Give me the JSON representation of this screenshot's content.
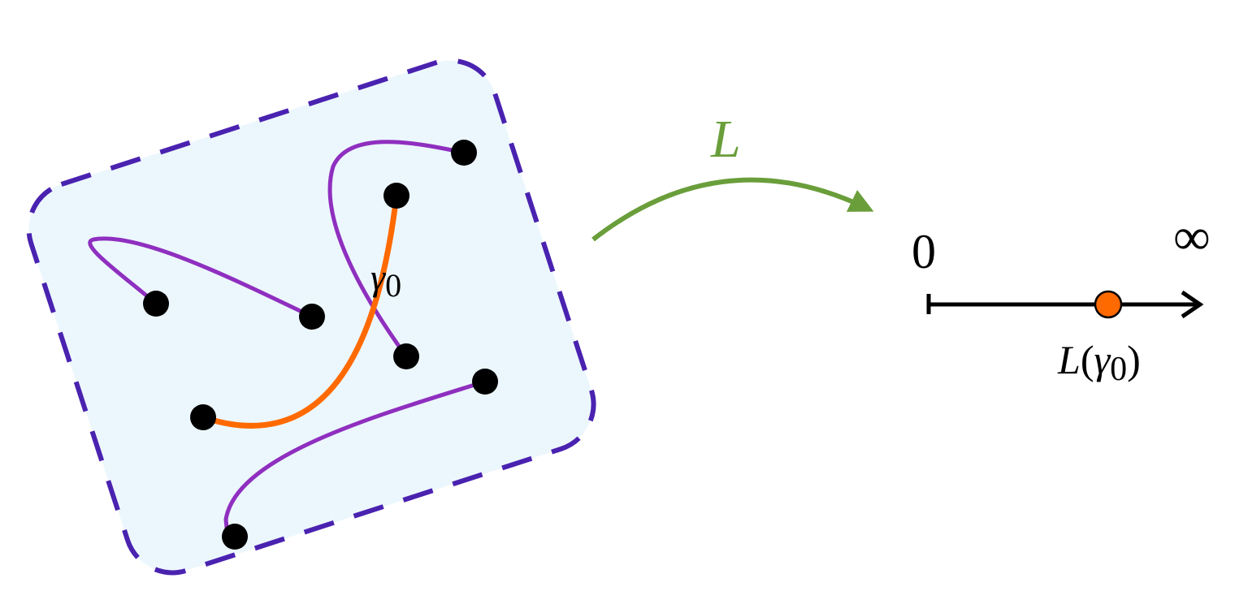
{
  "colors": {
    "region_fill": "#ecf7fd",
    "region_border": "#4a22b0",
    "path": "#8f2fbf",
    "highlight_path": "#ff6a00",
    "map_arrow": "#6a9e3a",
    "axis": "#000000"
  },
  "labels": {
    "gamma_symbol": "γ",
    "gamma_sub": "0",
    "map_label": "L",
    "axis_zero": "0",
    "axis_infinity": "∞",
    "value_L": "L",
    "value_open": "(",
    "value_gamma": "γ",
    "value_sub": "0",
    "value_close": ")"
  }
}
